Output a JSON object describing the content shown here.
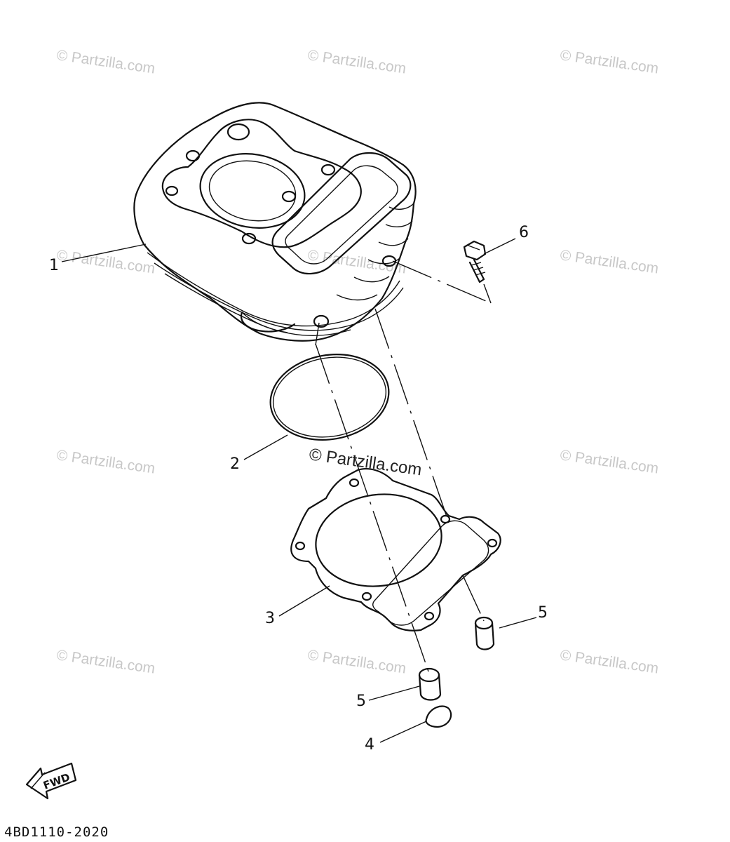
{
  "callouts": {
    "c1": "1",
    "c2": "2",
    "c3": "3",
    "c4": "4",
    "c5a": "5",
    "c5b": "5",
    "c6": "6"
  },
  "watermark": {
    "text": "© Partzilla.com",
    "center_text": "© Partzilla.com"
  },
  "fwd_label": "FWD",
  "diagram_code": "4BD1110-2020",
  "colors": {
    "line": "#111111",
    "watermark": "#c8c8c8",
    "background": "#ffffff"
  }
}
